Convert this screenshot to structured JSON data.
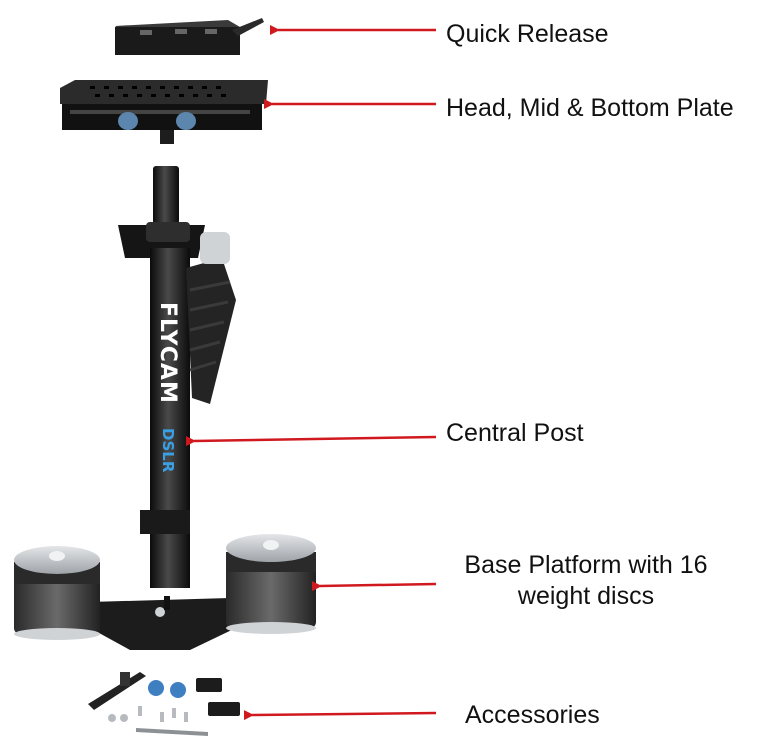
{
  "labels": {
    "quick_release": "Quick Release",
    "plates": "Head, Mid & Bottom Plate",
    "central_post": "Central Post",
    "base_line1": "Base Platform with 16",
    "base_line2": "weight discs",
    "accessories": "Accessories"
  },
  "logo": {
    "brand": "FLYCAM",
    "model": "DSLR"
  },
  "colors": {
    "arrow": "#d0191f",
    "metal_dark": "#1c1c1c",
    "weight_silver": "#bfc3c7",
    "knob_blue": "#3e7fc2"
  }
}
